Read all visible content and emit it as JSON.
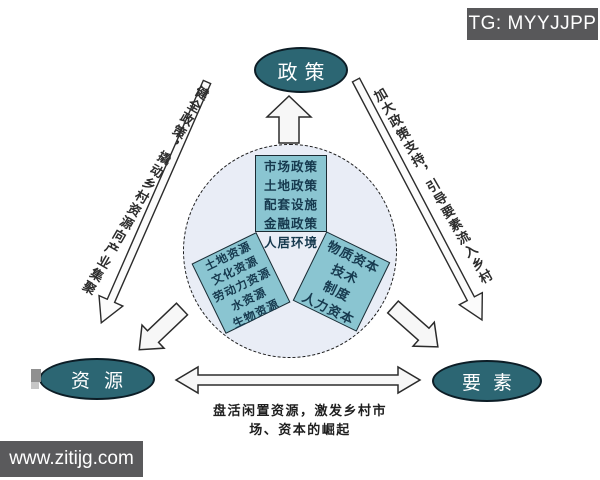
{
  "meta": {
    "badge": "TG: MYYJJPP",
    "watermark": "www.zitijg.com"
  },
  "nodes": {
    "policy": "政策",
    "resource": "资源",
    "factor": "要素"
  },
  "inner_boxes": {
    "policy_measures": {
      "lines": [
        "市场政策",
        "土地政策",
        "配套设施",
        "金融政策",
        "人居环境"
      ]
    },
    "rural_resources": {
      "lines": [
        "土地资源",
        "文化资源",
        "劳动力资源",
        "水资源",
        "生物资源"
      ]
    },
    "production_factors": {
      "lines": [
        "物质资本",
        "技术",
        "制度",
        "人力资本"
      ]
    }
  },
  "edge_labels": {
    "policy_resource": "健全政策，撬动乡村资源向产业集聚",
    "policy_factor": "加大政策支持，引导要素流入乡村",
    "resource_factor": {
      "line1": "盘活闲置资源，激发乡村市",
      "line2": "场、资本的崛起"
    }
  },
  "colors": {
    "node_fill": "#2c6673",
    "node_text": "#ffffff",
    "inner_box_fill": "#8ac5d1",
    "inner_box_text": "#16394e",
    "circle_fill": "#e9edf6",
    "circle_border": "#1b1b1b",
    "badge_bg": "#58585a",
    "watermark_bg": "#5a5a5c",
    "arrow_fill": "#f7f7f7",
    "arrow_stroke": "#2b2b2b"
  }
}
